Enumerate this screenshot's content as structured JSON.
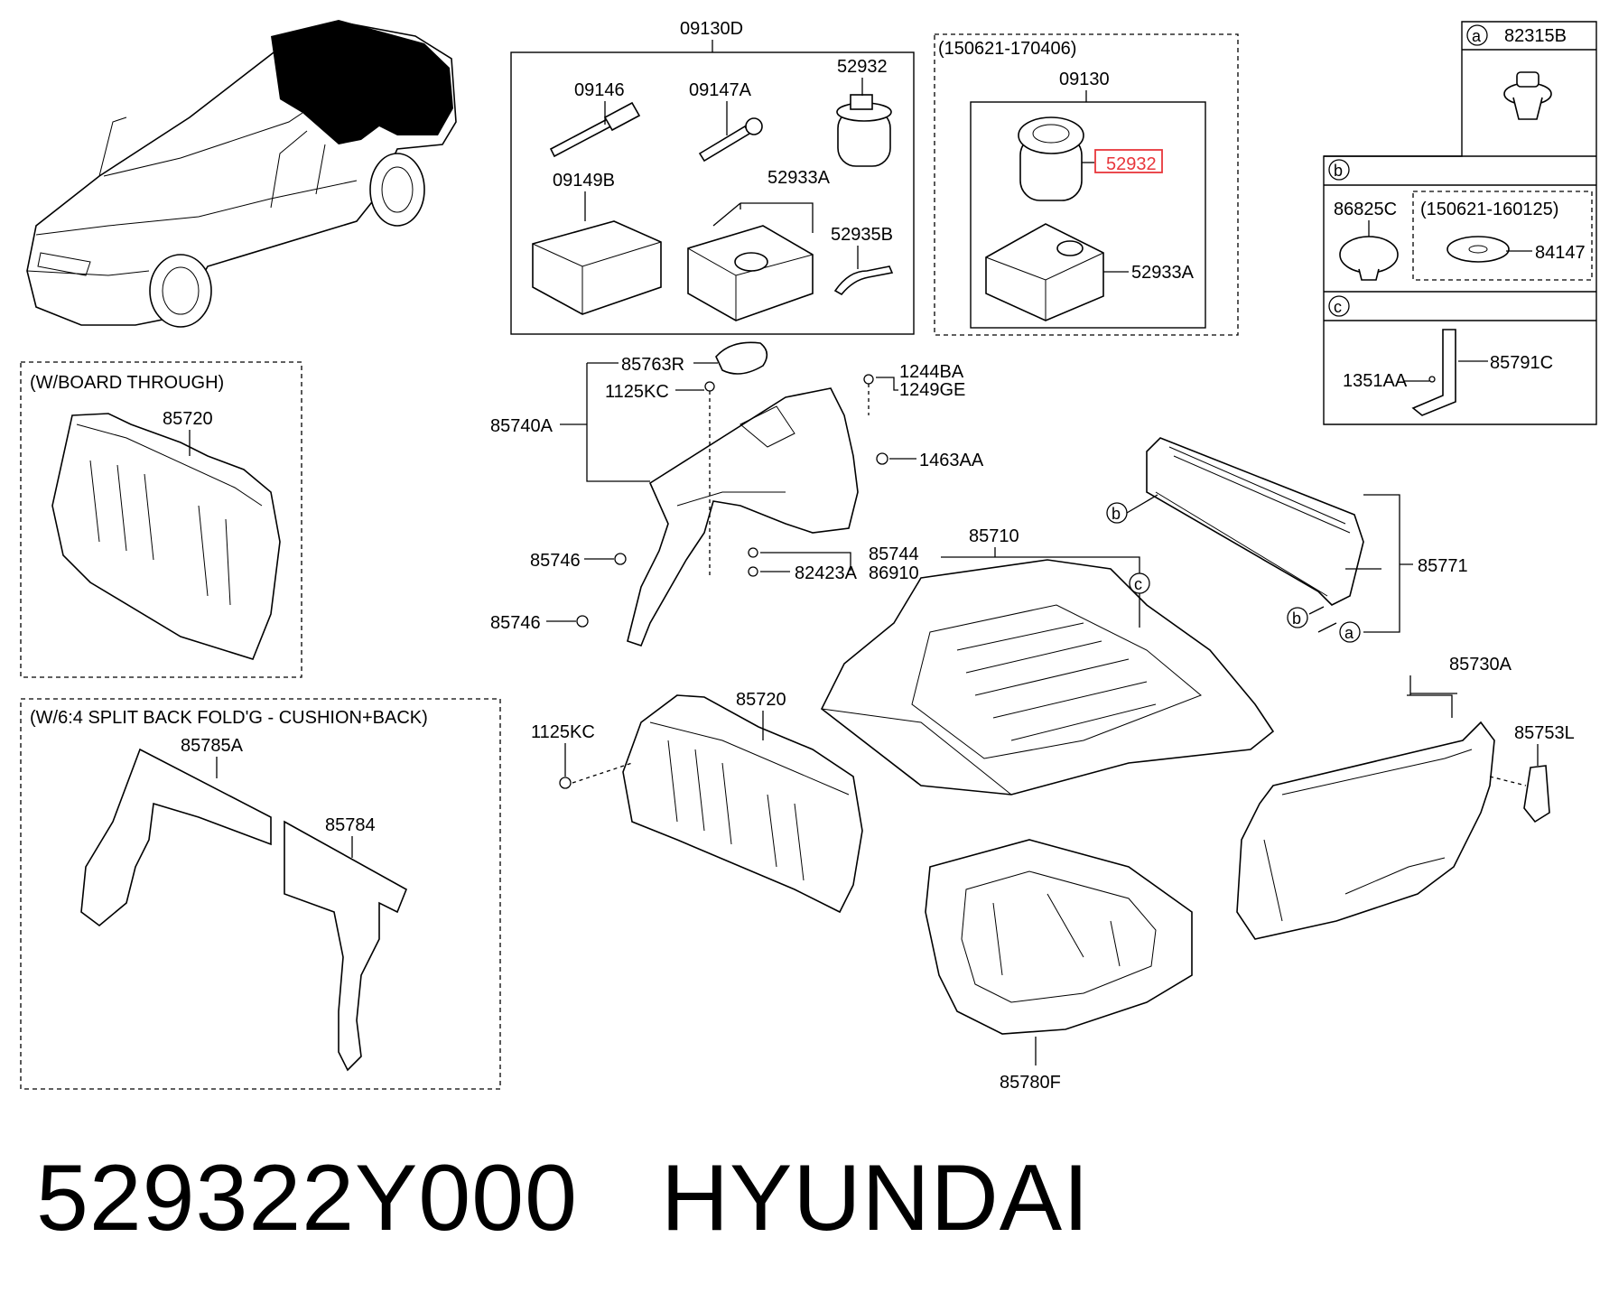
{
  "footer": {
    "part_number": "529322Y000",
    "brand": "HYUNDAI"
  },
  "highlighted_part": "52932",
  "callouts": [
    "a",
    "b",
    "c"
  ],
  "boxes": {
    "tool_kit": {
      "label": "09130D"
    },
    "kit_alt": {
      "date_range": "(150621-170406)",
      "label": "09130"
    },
    "board_through": {
      "title": "(W/BOARD THROUGH)"
    },
    "split_back": {
      "title": "(W/6:4 SPLIT BACK FOLD'G - CUSHION+BACK)"
    },
    "clip_alt": {
      "date_range": "(150621-160125)"
    }
  },
  "labels": {
    "p09146": "09146",
    "p09147A": "09147A",
    "p52932_kit": "52932",
    "p09149B": "09149B",
    "p52933A_kit": "52933A",
    "p52935B": "52935B",
    "p52932_hl": "52932",
    "p52933A_alt": "52933A",
    "p82315B": "82315B",
    "p86825C": "86825C",
    "p84147": "84147",
    "p1351AA": "1351AA",
    "p85791C": "85791C",
    "p85763R": "85763R",
    "p1125KC_a": "1125KC",
    "p1244BA": "1244BA",
    "p1249GE": "1249GE",
    "p85740A": "85740A",
    "p1463AA": "1463AA",
    "p85746_a": "85746",
    "p85746_b": "85746",
    "p85744": "85744",
    "p86910": "86910",
    "p82423A": "82423A",
    "p85720_a": "85720",
    "p85710": "85710",
    "p85771": "85771",
    "p85720_b": "85720",
    "p1125KC_b": "1125KC",
    "p85730A": "85730A",
    "p85753L": "85753L",
    "p85785A": "85785A",
    "p85784": "85784",
    "p85780F": "85780F"
  },
  "colors": {
    "highlight": "#e8363b",
    "ink": "#000000"
  }
}
